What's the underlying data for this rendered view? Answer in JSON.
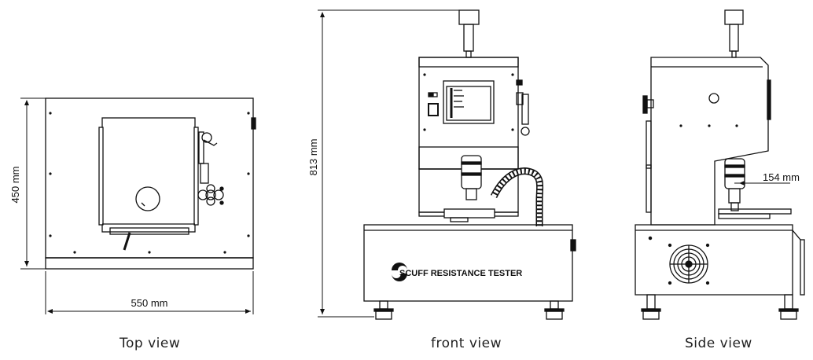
{
  "views": {
    "top": {
      "caption": "Top view",
      "width_label": "550  mm",
      "depth_label": "450  mm"
    },
    "front": {
      "caption": "front view",
      "height_label": "813  mm",
      "brand_text": "SCUFF RESISTANCE TESTER"
    },
    "side": {
      "caption": "Side view",
      "offset_label": "154 mm"
    }
  }
}
